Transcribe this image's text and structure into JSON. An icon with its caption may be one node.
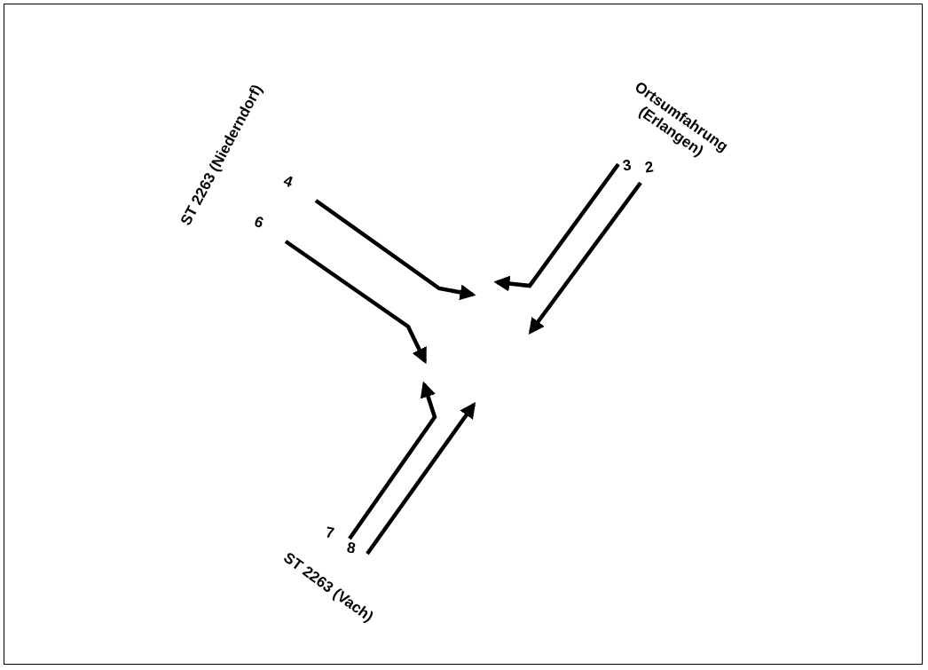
{
  "diagram": {
    "nodes": [
      {
        "text": [
          "3"
        ]
      },
      {
        "text": [
          "2"
        ]
      },
      {
        "text": [
          "4"
        ]
      },
      {
        "text": [
          "6"
        ]
      },
      {
        "text": [
          "7"
        ]
      },
      {
        "text": [
          "8"
        ]
      }
    ],
    "edges": [
      {
        "from": 0,
        "to": null,
        "arrow": "to"
      },
      {
        "from": 1,
        "to": null,
        "arrow": "to"
      },
      {
        "from": 2,
        "to": null,
        "arrow": "to"
      },
      {
        "from": 3,
        "to": null,
        "arrow": "to"
      },
      {
        "from": 4,
        "to": null,
        "arrow": "to"
      },
      {
        "from": 5,
        "to": null,
        "arrow": "to"
      }
    ],
    "labels": [
      "ST 2263 (Niederndorf)",
      "Ortsumfahrung (Erlangen)",
      "ST 2263 (Vach)"
    ]
  }
}
